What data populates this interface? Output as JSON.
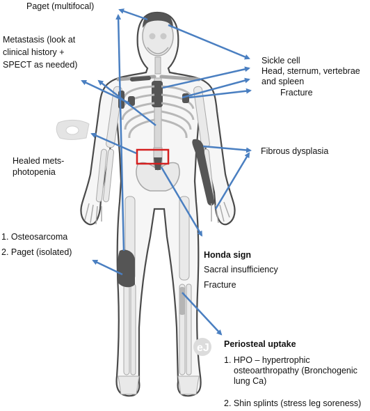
{
  "labels": {
    "paget_multifocal": "Paget (multifocal)",
    "metastasis_l1": "Metastasis (look at",
    "metastasis_l2": "clinical history +",
    "metastasis_l3": "SPECT as needed)",
    "sickle_cell": "Sickle cell",
    "sickle_detail_l1": "Head, sternum, vertebrae",
    "sickle_detail_l2": "and spleen",
    "fracture_upper": "Fracture",
    "fibrous_dysplasia": "Fibrous dysplasia",
    "healed_mets_l1": "Healed mets-",
    "healed_mets_l2": "photopenia",
    "osteosarcoma": "1. Osteosarcoma",
    "paget_isolated": "2. Paget (isolated)",
    "honda_sign": "Honda sign",
    "sacral_insufficiency": "Sacral insufficiency",
    "fracture_lower": "Fracture",
    "periosteal_uptake": "Periosteal uptake",
    "hpo_l1": "1. HPO – hypertrophic",
    "hpo_l2": "osteoarthropathy (Bronchogenic",
    "hpo_l3": "lung Ca)",
    "shin_splints": "2. Shin splints (stress leg soreness)"
  },
  "colors": {
    "arrow": "#4a7fc1",
    "lesion": "#555555",
    "bone": "#e9e9e9",
    "bone_outline": "#a8a8a8",
    "body_outline": "#4a4a4a",
    "highlight_box": "#d42020"
  },
  "watermark": "eJ"
}
